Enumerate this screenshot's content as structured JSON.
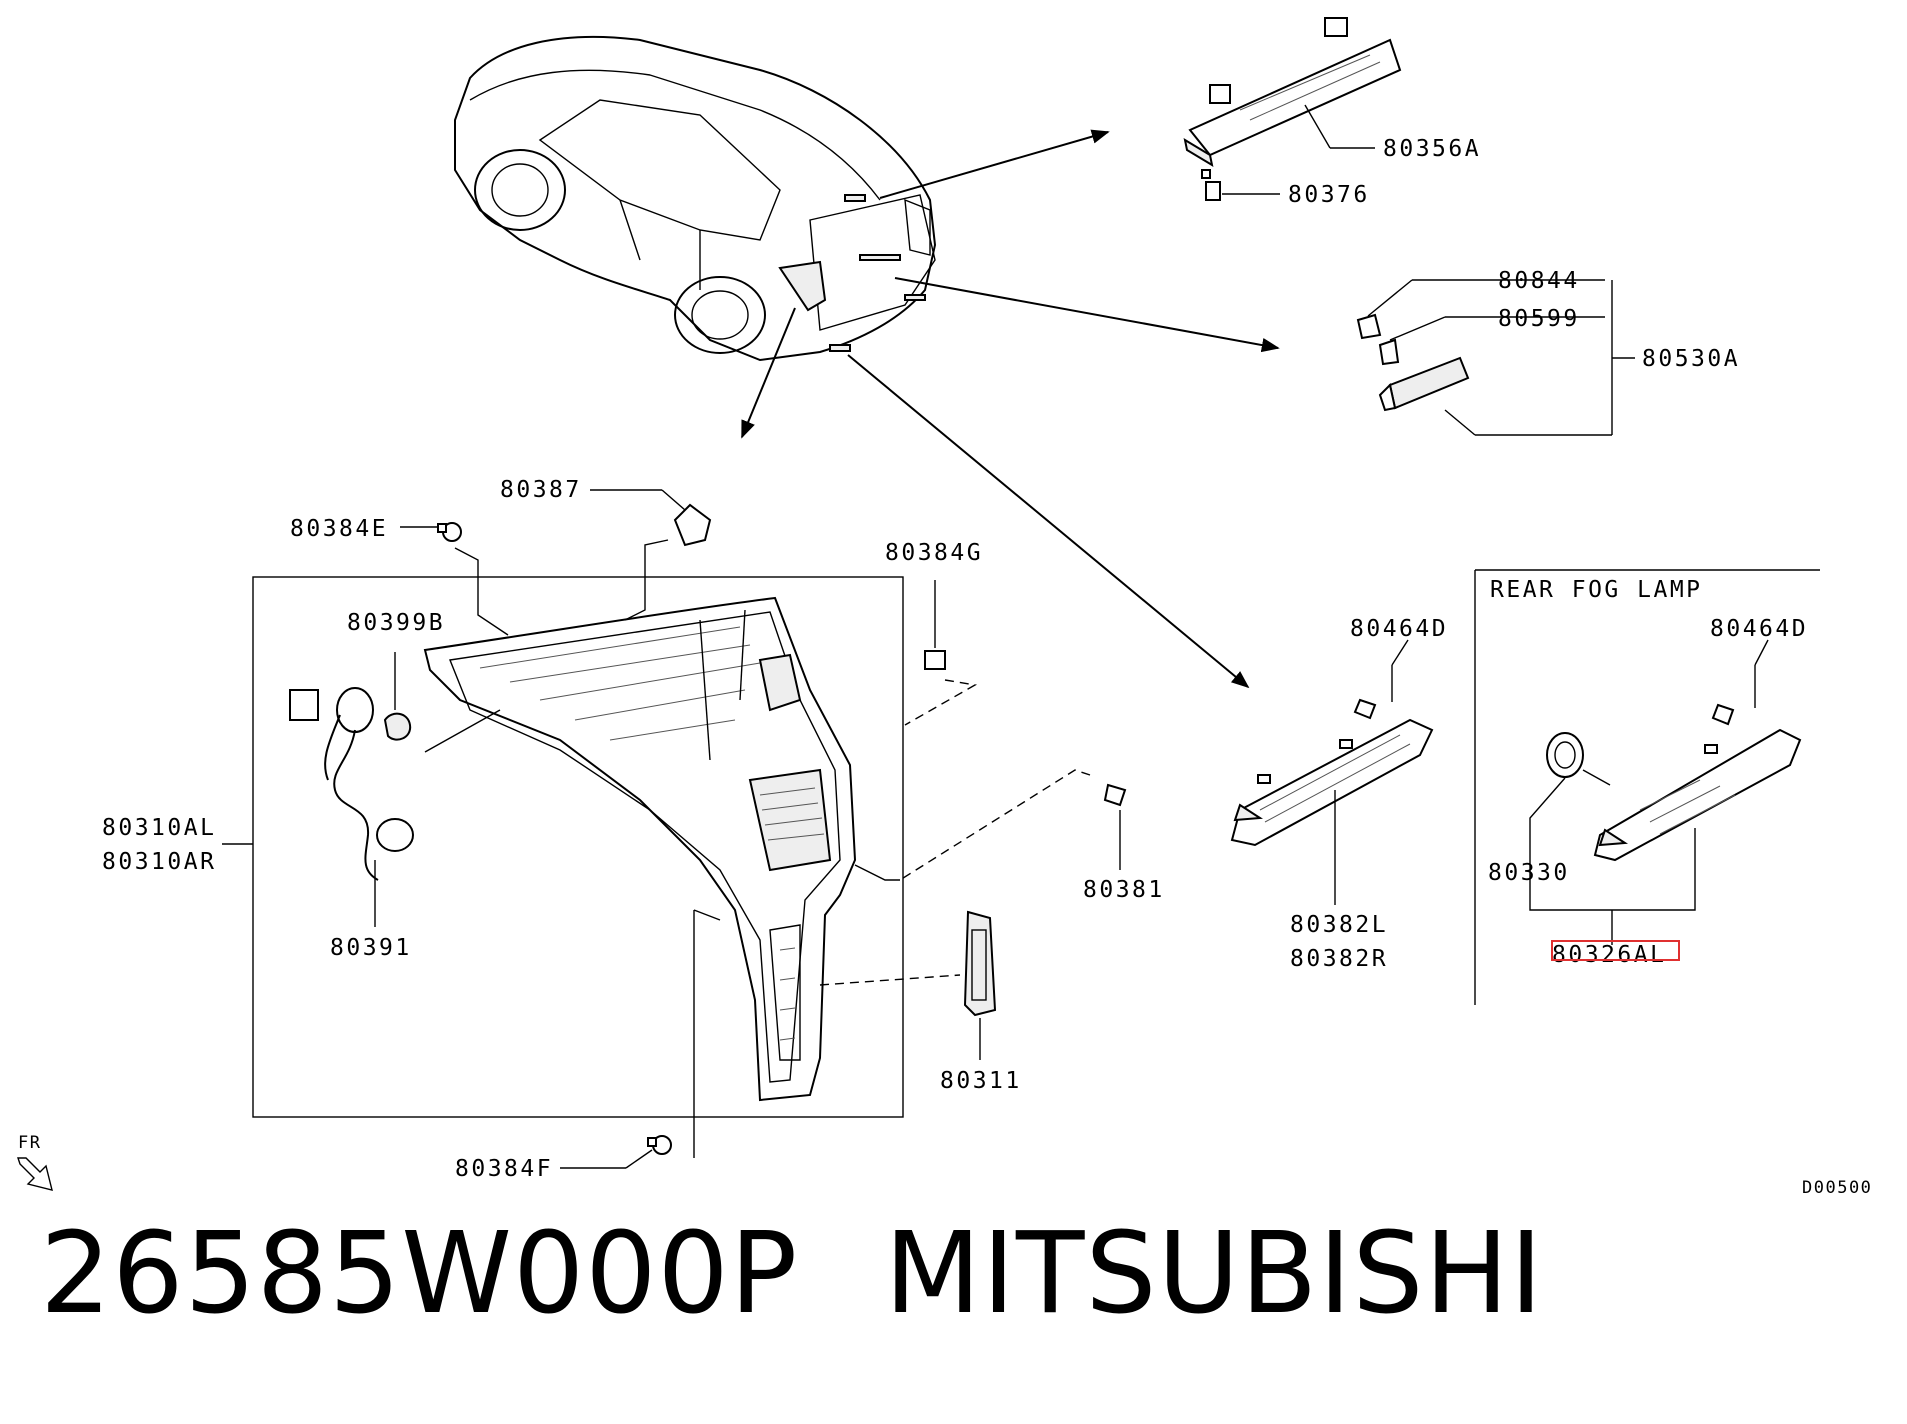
{
  "labels": {
    "p80356A": "80356A",
    "p80376": "80376",
    "p80844": "80844",
    "p80599": "80599",
    "p80530A": "80530A",
    "p80387": "80387",
    "p80384E": "80384E",
    "p80384G": "80384G",
    "p80399B": "80399B",
    "p80310AL": "80310AL",
    "p80310AR": "80310AR",
    "p80391": "80391",
    "p80381": "80381",
    "p80311": "80311",
    "p80384F": "80384F",
    "p80464D_a": "80464D",
    "p80382L": "80382L",
    "p80382R": "80382R",
    "fog_title": "REAR FOG LAMP",
    "p80464D_b": "80464D",
    "p80330": "80330",
    "p80326AL": "80326AL",
    "fr": "FR",
    "code": "D00500"
  },
  "highlight": {
    "part": "80326AL",
    "color": "#e03030"
  },
  "caption": {
    "part_number": "26585W000P",
    "brand": "MITSUBISHI"
  }
}
